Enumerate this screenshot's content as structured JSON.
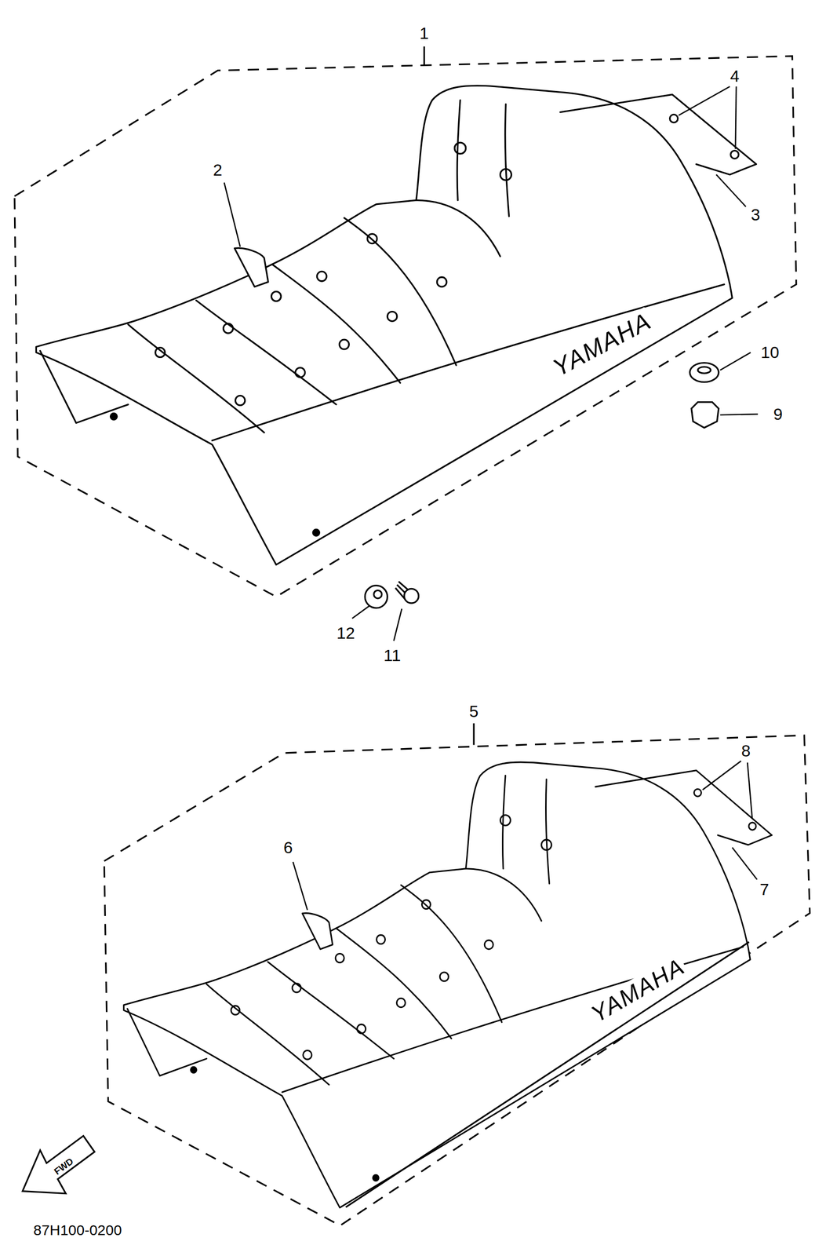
{
  "diagram": {
    "labels": [
      "1",
      "2",
      "3",
      "4",
      "YAMAHA",
      "10",
      "9",
      "12",
      "11",
      "5",
      "6",
      "7",
      "8",
      "YAMAHA",
      "FWD",
      "87H100-0200"
    ]
  }
}
